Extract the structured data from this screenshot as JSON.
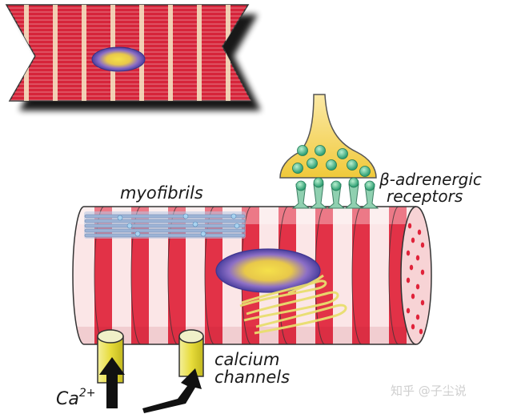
{
  "labels": {
    "myofibrils": "myofibrils",
    "beta_receptors_line1": "β-adrenergic",
    "beta_receptors_line2": "receptors",
    "calcium_line1": "calcium",
    "calcium_line2": "channels",
    "ion_base": "Ca",
    "ion_charge": "2+"
  },
  "watermark": "知乎 @子尘说",
  "icons": {
    "cell": "cardiomyocyte-icon",
    "nucleus": "nucleus-icon",
    "terminal": "nerve-terminal-icon",
    "receptor": "receptor-icon",
    "channel": "calcium-channel-icon",
    "arrow": "influx-arrow-icon",
    "reticulum": "sarcoplasmic-reticulum-icon"
  },
  "colors": {
    "muscle_red": "#e0233a",
    "muscle_pink": "#f5c9cc",
    "nucleus_purple": "#6b5bb8",
    "nucleus_yellow": "#f5d640",
    "terminal_yellow": "#f3d24a",
    "vesicle_green": "#3fb58a",
    "receptor_green": "#8fd0b0",
    "fibril_blue": "#9db4d6"
  }
}
